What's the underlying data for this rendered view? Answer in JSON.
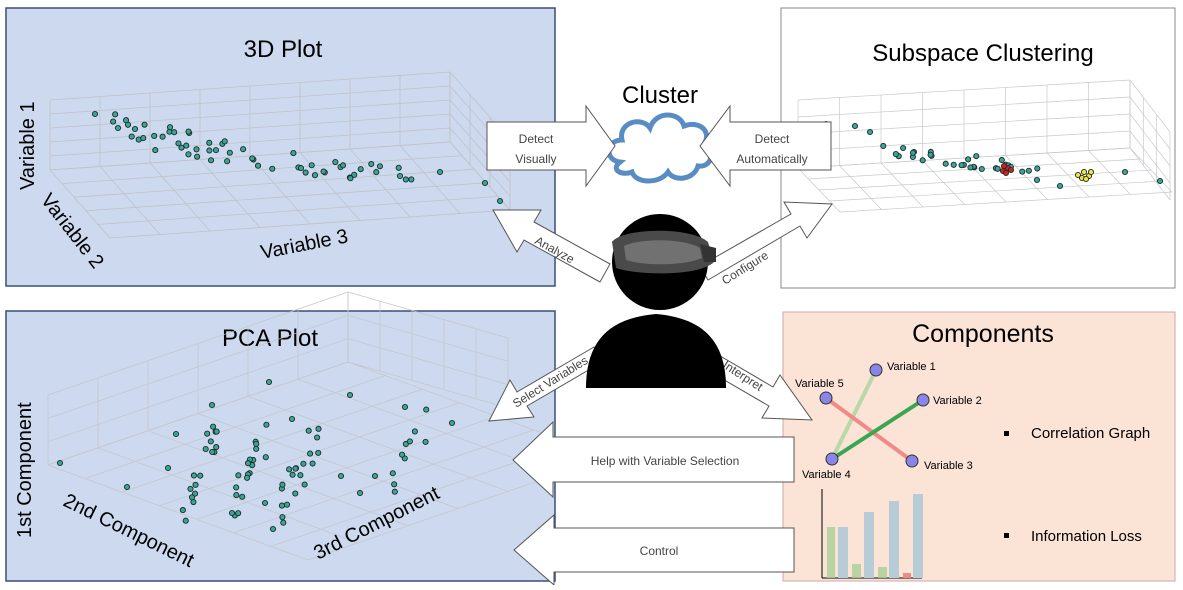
{
  "panels": {
    "plot3d": {
      "title": "3D Plot",
      "axis_labels": [
        "Variable 1",
        "Variable 2",
        "Variable 3"
      ]
    },
    "subspace": {
      "title": "Subspace Clustering"
    },
    "pca": {
      "title": "PCA Plot",
      "axis_labels": [
        "1st Component",
        "2nd Component",
        "3rd Component"
      ]
    },
    "components": {
      "title": "Components",
      "graph_nodes": [
        "Variable 1",
        "Variable 2",
        "Variable 3",
        "Variable 4",
        "Variable 5"
      ],
      "list_items": [
        "Correlation Graph",
        "Information Loss"
      ]
    }
  },
  "center": {
    "cluster_label": "Cluster",
    "arrows": {
      "detect_visually": [
        "Detect",
        "Visually"
      ],
      "detect_automatically": [
        "Detect",
        "Automatically"
      ],
      "analyze": "Analyze",
      "configure": "Configure",
      "select_variables": "Select Variables",
      "interpret": "Interpret",
      "help": "Help with Variable Selection",
      "control": "Control"
    }
  },
  "colors": {
    "plot_panel_bg": "#cdd9ee",
    "components_bg": "#fbe3d6",
    "point": "#3aa597",
    "cluster_red": "#d42020",
    "cluster_yellow": "#f2e33b",
    "node": "#8a86e8",
    "edge_green": "#2e9b43",
    "edge_red": "#ee8b88"
  }
}
